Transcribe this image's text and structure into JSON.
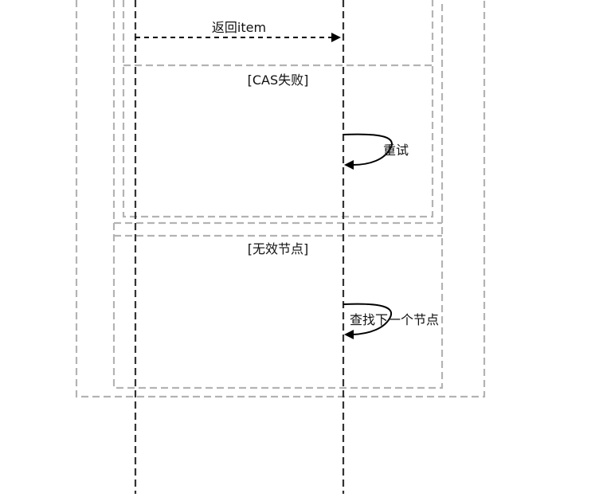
{
  "diagram": {
    "messages": {
      "return_item": "返回item",
      "retry": "重试",
      "find_next": "查找下一个节点"
    },
    "guards": {
      "cas_failed": "[CAS失败]",
      "invalid_node": "[无效节点]"
    }
  }
}
